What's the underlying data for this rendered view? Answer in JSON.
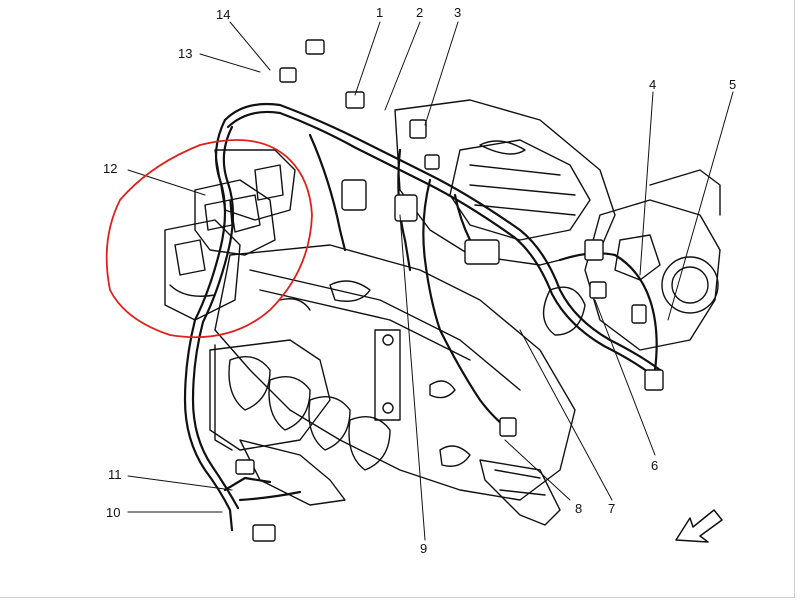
{
  "diagram": {
    "callouts": [
      "1",
      "2",
      "3",
      "4",
      "5",
      "6",
      "7",
      "8",
      "9",
      "10",
      "11",
      "12",
      "13",
      "14"
    ]
  },
  "highlight": {
    "color": "#e0201b"
  },
  "line_color": "#111111",
  "icons": {
    "direction": "arrow-icon"
  }
}
